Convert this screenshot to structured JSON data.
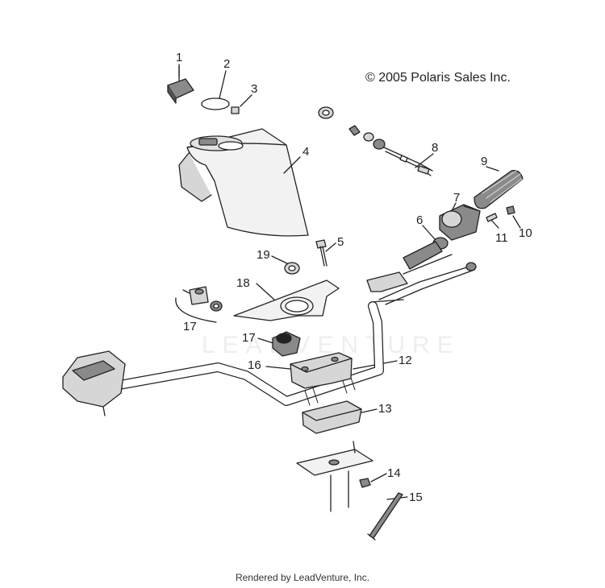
{
  "copyright": "© 2005 Polaris Sales Inc.",
  "footer": "Rendered by LeadVenture, Inc.",
  "watermark": "LEADVENTURE",
  "callouts": [
    "1",
    "2",
    "3",
    "4",
    "5",
    "6",
    "7",
    "8",
    "9",
    "10",
    "11",
    "12",
    "13",
    "14",
    "15",
    "16",
    "17",
    "17",
    "18",
    "19"
  ],
  "colors": {
    "line": "#222222",
    "fill_light": "#f2f2f2",
    "fill_mid": "#d6d6d6",
    "fill_dark": "#8a8a8a"
  }
}
